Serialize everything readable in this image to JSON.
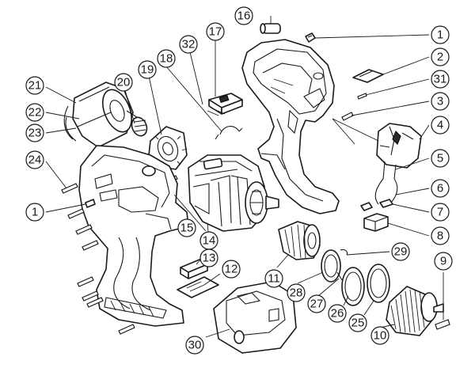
{
  "callouts": [
    {
      "id": "c1a",
      "label": "1"
    },
    {
      "id": "c2",
      "label": "2"
    },
    {
      "id": "c31",
      "label": "31"
    },
    {
      "id": "c3",
      "label": "3"
    },
    {
      "id": "c4",
      "label": "4"
    },
    {
      "id": "c5",
      "label": "5"
    },
    {
      "id": "c6",
      "label": "6"
    },
    {
      "id": "c7",
      "label": "7"
    },
    {
      "id": "c8",
      "label": "8"
    },
    {
      "id": "c9",
      "label": "9"
    },
    {
      "id": "c29",
      "label": "29"
    },
    {
      "id": "c10",
      "label": "10"
    },
    {
      "id": "c25",
      "label": "25"
    },
    {
      "id": "c26",
      "label": "26"
    },
    {
      "id": "c27",
      "label": "27"
    },
    {
      "id": "c28",
      "label": "28"
    },
    {
      "id": "c11",
      "label": "11"
    },
    {
      "id": "c12",
      "label": "12"
    },
    {
      "id": "c13",
      "label": "13"
    },
    {
      "id": "c14",
      "label": "14"
    },
    {
      "id": "c15",
      "label": "15"
    },
    {
      "id": "c30",
      "label": "30"
    },
    {
      "id": "c1b",
      "label": "1"
    },
    {
      "id": "c24",
      "label": "24"
    },
    {
      "id": "c23",
      "label": "23"
    },
    {
      "id": "c22",
      "label": "22"
    },
    {
      "id": "c21",
      "label": "21"
    },
    {
      "id": "c20",
      "label": "20"
    },
    {
      "id": "c19",
      "label": "19"
    },
    {
      "id": "c18",
      "label": "18"
    },
    {
      "id": "c32",
      "label": "32"
    },
    {
      "id": "c17",
      "label": "17"
    },
    {
      "id": "c16",
      "label": "16"
    }
  ]
}
